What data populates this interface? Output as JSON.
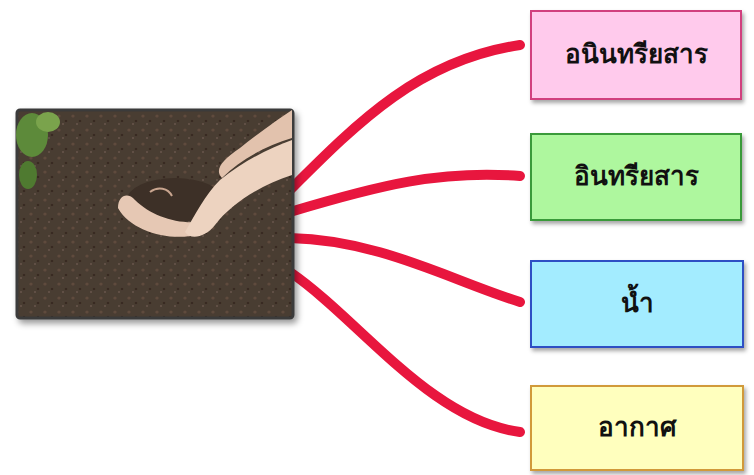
{
  "diagram": {
    "nodes": [
      {
        "text": [
          "อนินทรียสาร"
        ]
      },
      {
        "text": [
          "อินทรียสาร"
        ]
      },
      {
        "text": [
          "น้ำ"
        ]
      },
      {
        "text": [
          "อากาศ"
        ]
      }
    ]
  }
}
